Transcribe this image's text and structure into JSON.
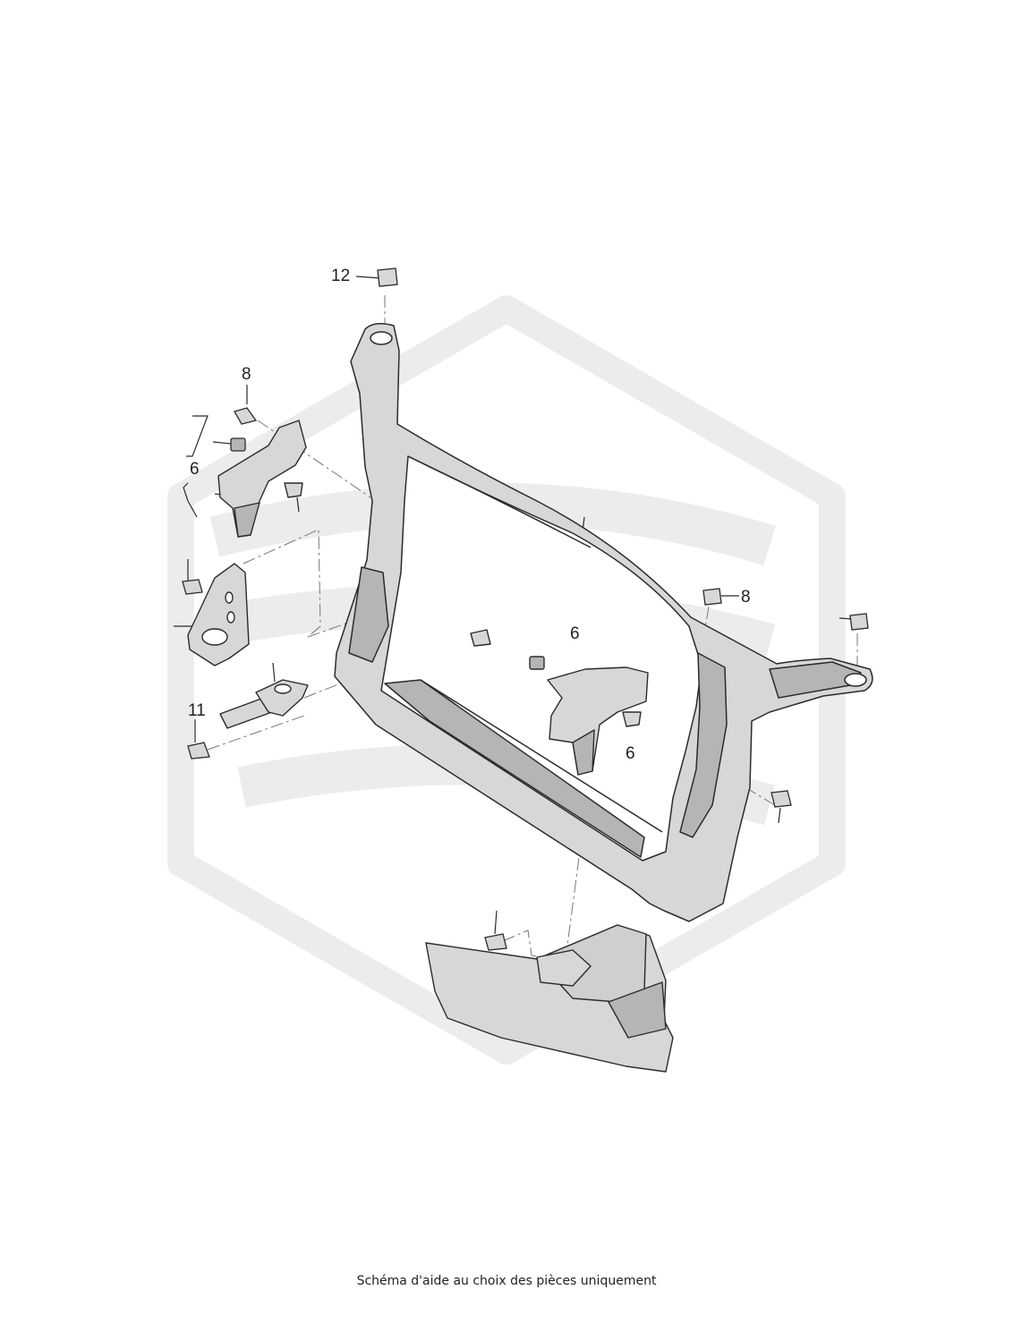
{
  "diagram": {
    "callouts": {
      "c12": "12",
      "c8_left": "8",
      "c6_left": "6",
      "c11": "11",
      "c8_right": "8",
      "c6_center": "6",
      "c6_clip": "6"
    },
    "caption": "Schéma d'aide au choix des pièces uniquement",
    "colors": {
      "line": "#2b2b2b",
      "part_fill": "#d7d7d7",
      "part_shade": "#b5b5b5",
      "watermark": "#ececec"
    }
  }
}
